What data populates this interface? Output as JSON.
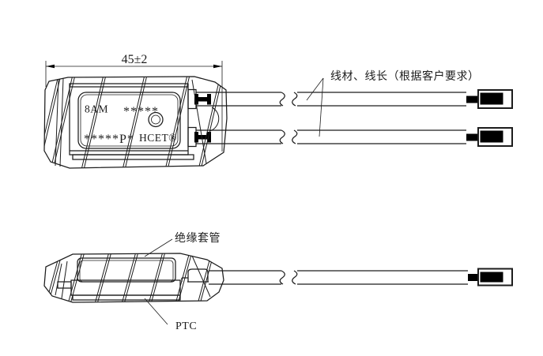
{
  "page": {
    "background": "#ffffff",
    "line_color": "#1c1c1c",
    "fill_color": "#000000"
  },
  "top_view": {
    "dimension_label": "45±2",
    "wire_note": "线材、线长（根据客户要求）",
    "markings": {
      "model": "8AM",
      "stars": "*****",
      "code": "*****P*",
      "brand": "HCET®"
    }
  },
  "bottom_view": {
    "insulation_label": "绝缘套管",
    "ptc_label": "PTC"
  }
}
